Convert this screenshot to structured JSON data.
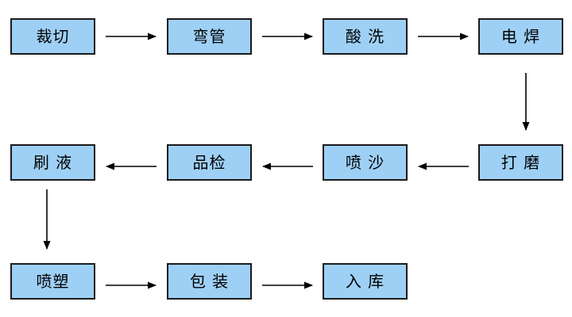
{
  "diagram": {
    "background": "#FFFFFF",
    "node_fill": "#9ED0F5",
    "node_border": "#1A1A1A",
    "arrow_color": "#000000",
    "nodes": [
      {
        "id": "cutting",
        "label": "裁切",
        "row": 1,
        "col": 1
      },
      {
        "id": "bending",
        "label": "弯管",
        "row": 1,
        "col": 2
      },
      {
        "id": "acid-wash",
        "label": "酸 洗",
        "row": 1,
        "col": 3
      },
      {
        "id": "welding",
        "label": "电 焊",
        "row": 1,
        "col": 4
      },
      {
        "id": "brushing",
        "label": "刷 液",
        "row": 2,
        "col": 1
      },
      {
        "id": "inspection",
        "label": "品检",
        "row": 2,
        "col": 2
      },
      {
        "id": "sandblasting",
        "label": "喷 沙",
        "row": 2,
        "col": 3
      },
      {
        "id": "grinding",
        "label": "打 磨",
        "row": 2,
        "col": 4
      },
      {
        "id": "spray-coating",
        "label": "喷塑",
        "row": 3,
        "col": 1
      },
      {
        "id": "packaging",
        "label": "包 装",
        "row": 3,
        "col": 2
      },
      {
        "id": "warehousing",
        "label": "入 库",
        "row": 3,
        "col": 3
      }
    ],
    "edges": [
      {
        "from": "cutting",
        "to": "bending",
        "direction": "right"
      },
      {
        "from": "bending",
        "to": "acid-wash",
        "direction": "right"
      },
      {
        "from": "acid-wash",
        "to": "welding",
        "direction": "right"
      },
      {
        "from": "welding",
        "to": "grinding",
        "direction": "down"
      },
      {
        "from": "grinding",
        "to": "sandblasting",
        "direction": "left"
      },
      {
        "from": "sandblasting",
        "to": "inspection",
        "direction": "left"
      },
      {
        "from": "inspection",
        "to": "brushing",
        "direction": "left"
      },
      {
        "from": "brushing",
        "to": "spray-coating",
        "direction": "down"
      },
      {
        "from": "spray-coating",
        "to": "packaging",
        "direction": "right"
      },
      {
        "from": "packaging",
        "to": "warehousing",
        "direction": "right"
      }
    ]
  }
}
